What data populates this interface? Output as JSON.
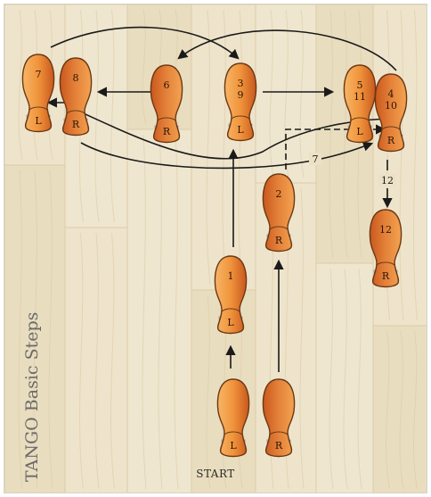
{
  "title": "TANGO Basic Steps",
  "start_label": "START",
  "colors": {
    "board": "#ece1c6",
    "grain": "#d9c9a4",
    "sole_light": "#f3a049",
    "sole_dark": "#c95b1f",
    "heel_silver": "#c9c9c9",
    "arrow": "#1a1a1a"
  },
  "feet": [
    {
      "id": "start-left",
      "number": "",
      "side": "L"
    },
    {
      "id": "start-right",
      "number": "",
      "side": "R"
    },
    {
      "id": "step-1",
      "number": "1",
      "side": "L"
    },
    {
      "id": "step-2",
      "number": "2",
      "side": "R"
    },
    {
      "id": "step-3-9",
      "number": "3\n9",
      "side": "L"
    },
    {
      "id": "step-4-10",
      "number": "4\n10",
      "side": "R"
    },
    {
      "id": "step-5-11",
      "number": "5\n11",
      "side": "L"
    },
    {
      "id": "step-6",
      "number": "6",
      "side": "R"
    },
    {
      "id": "step-7",
      "number": "7",
      "side": "L"
    },
    {
      "id": "step-8",
      "number": "8",
      "side": "R"
    },
    {
      "id": "step-12",
      "number": "12",
      "side": "R"
    }
  ],
  "path_labels": [
    {
      "id": "label-7",
      "text": "7"
    },
    {
      "id": "label-12",
      "text": "12"
    }
  ]
}
